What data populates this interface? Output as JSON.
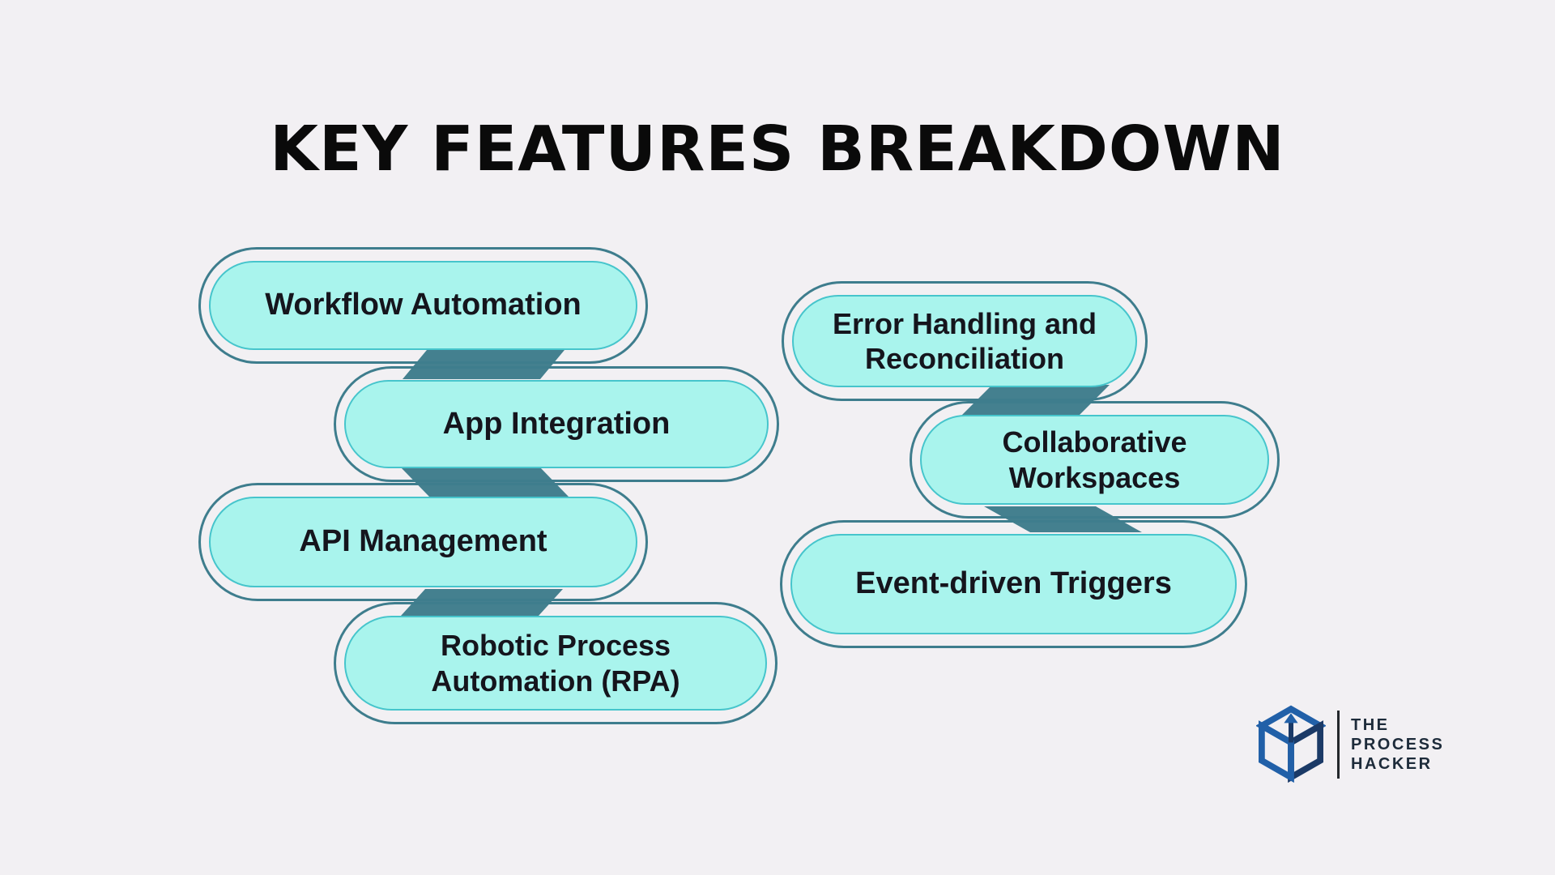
{
  "title": "KEY FEATURES BREAKDOWN",
  "pills_left": [
    {
      "lines": [
        "Workflow Automation"
      ]
    },
    {
      "lines": [
        "App Integration"
      ]
    },
    {
      "lines": [
        "API Management"
      ]
    },
    {
      "lines": [
        "Robotic Process",
        "Automation (RPA)"
      ]
    }
  ],
  "pills_right": [
    {
      "lines": [
        "Error Handling and",
        "Reconciliation"
      ]
    },
    {
      "lines": [
        "Collaborative",
        "Workspaces"
      ]
    },
    {
      "lines": [
        "Event-driven Triggers"
      ]
    }
  ],
  "logo": {
    "lines": [
      "THE",
      "PROCESS",
      "HACKER"
    ]
  },
  "colors": {
    "background": "#f2f0f3",
    "pill_outline": "#3e7d8d",
    "pill_fill": "#a9f4ed",
    "pill_inner_stroke": "#46c5cc",
    "connector": "#44808f",
    "pill_text": "#15151d",
    "title_text": "#0a0a0a",
    "logo_blue": "#2160a8",
    "logo_navy": "#1b3a67",
    "logo_text": "#1d2b3a"
  }
}
